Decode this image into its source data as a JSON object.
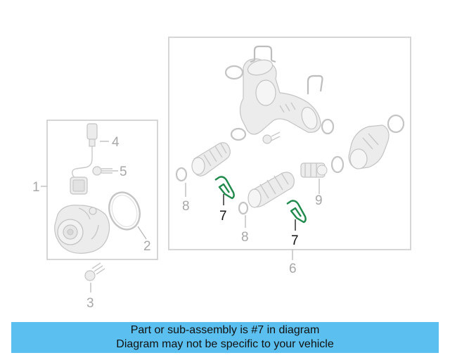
{
  "diagram": {
    "callouts": {
      "c1": "1",
      "c2": "2",
      "c3": "3",
      "c4": "4",
      "c5": "5",
      "c6": "6",
      "c7a": "7",
      "c7b": "7",
      "c8a": "8",
      "c8b": "8",
      "c9": "9"
    },
    "highlight_color": "#1f8a4c"
  },
  "banner": {
    "line1": "Part or sub-assembly is #7 in diagram",
    "line2": "Diagram may not be specific to your vehicle",
    "color": "#5bc0f0"
  }
}
